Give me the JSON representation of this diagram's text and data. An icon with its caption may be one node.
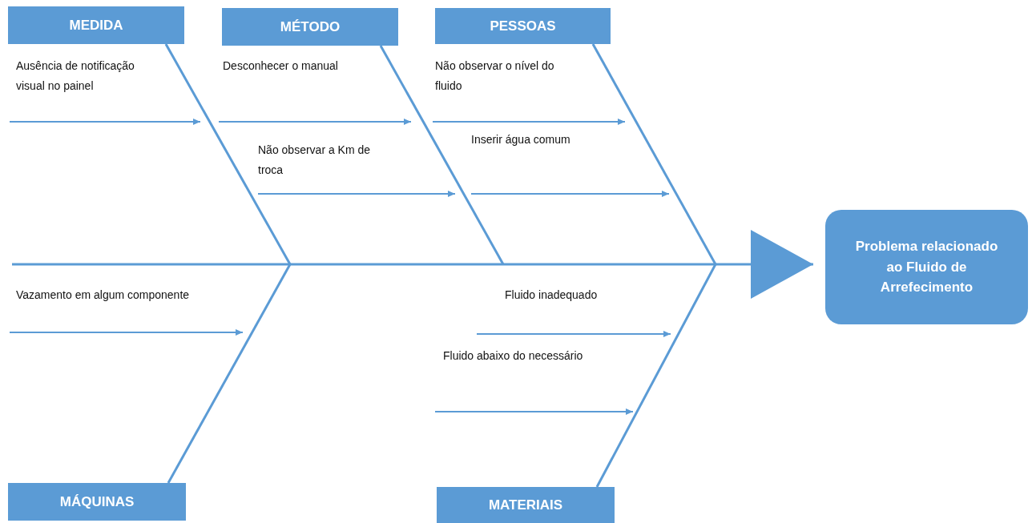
{
  "diagram": {
    "nodes": [
      {
        "text": [
          "MEDIDA"
        ]
      },
      {
        "text": [
          "MÉTODO"
        ]
      },
      {
        "text": [
          "PESSOAS"
        ]
      },
      {
        "text": [
          "MÁQUINAS"
        ]
      },
      {
        "text": [
          "MATERIAIS"
        ]
      },
      {
        "text": [
          "Problema relacionado ao Fluido de Arrefecimento"
        ]
      },
      {
        "text": [
          "Ausência de notificação visual no painel"
        ]
      },
      {
        "text": [
          "Desconhecer o manual"
        ]
      },
      {
        "text": [
          "Não observar a Km de troca"
        ]
      },
      {
        "text": [
          "Não observar o nível do fluido"
        ]
      },
      {
        "text": [
          "Inserir água comum"
        ]
      },
      {
        "text": [
          "Vazamento em algum componente"
        ]
      },
      {
        "text": [
          "Fluido inadequado"
        ]
      },
      {
        "text": [
          "Fluido abaixo do necessário"
        ]
      }
    ],
    "edges": [
      {
        "from": null,
        "to": 5,
        "arrow": "to"
      },
      {
        "from": 0,
        "to": null,
        "arrow": "none"
      },
      {
        "from": 1,
        "to": null,
        "arrow": "none"
      },
      {
        "from": 2,
        "to": null,
        "arrow": "none"
      },
      {
        "from": 3,
        "to": null,
        "arrow": "none"
      },
      {
        "from": 4,
        "to": null,
        "arrow": "none"
      },
      {
        "from": 6,
        "to": null,
        "arrow": "to"
      },
      {
        "from": 7,
        "to": null,
        "arrow": "to"
      },
      {
        "from": 8,
        "to": null,
        "arrow": "to"
      },
      {
        "from": 9,
        "to": null,
        "arrow": "to"
      },
      {
        "from": 10,
        "to": null,
        "arrow": "to"
      },
      {
        "from": 11,
        "to": null,
        "arrow": "to"
      },
      {
        "from": 12,
        "to": null,
        "arrow": "to"
      },
      {
        "from": 13,
        "to": null,
        "arrow": "to"
      }
    ]
  }
}
